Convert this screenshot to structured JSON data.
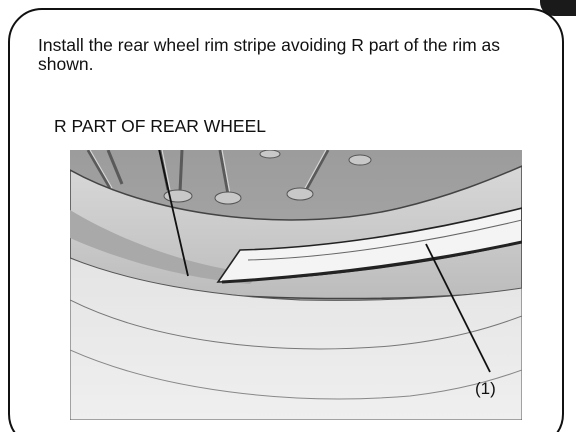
{
  "instruction": "Install the rear wheel rim stripe avoiding R part of the rim as shown.",
  "callouts": {
    "r_part": "R PART OF REAR WHEEL",
    "ref_1": "(1)"
  }
}
